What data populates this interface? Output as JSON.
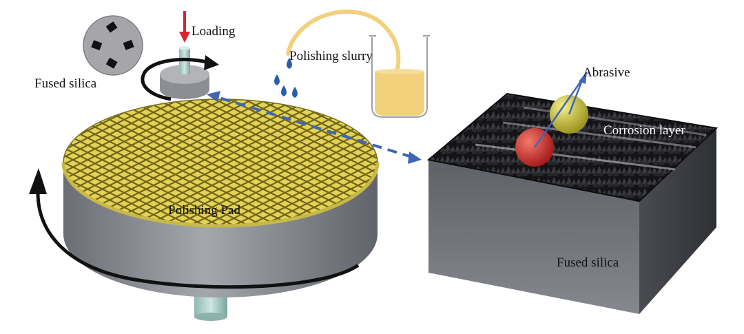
{
  "labels": {
    "loading": "Loading",
    "polishing_slurry": "Polishing slurry",
    "fused_silica_sample": "Fused silica",
    "polishing_pad": "Polishing Pad",
    "abrasive": "Abrasive",
    "corrosion_layer": "Corrosion layer",
    "fused_silica_substrate": "Fused silica"
  },
  "colors": {
    "pad_top": "#e3d255",
    "pad_groove": "#6e6418",
    "pad_side": "#8c8f96",
    "sample": "#a6a6aa",
    "slurry": "#f2d07c",
    "drop": "#2b5ea8",
    "load_arrow": "#d8262a",
    "link_arrow": "#3f66b5",
    "abrasive_red": "#d1282a",
    "abrasive_yellow": "#d4cb34",
    "corrosion": "#1c1c1e",
    "substrate": "#6f7278"
  }
}
